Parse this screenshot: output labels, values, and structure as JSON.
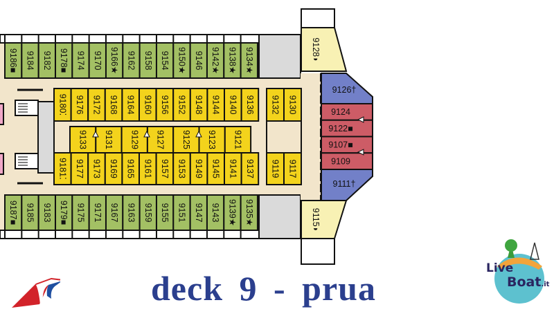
{
  "title": "deck 9 - prua",
  "logos": {
    "carnival": "Carnival funnel logo",
    "liveboat": "LiveBoat.it"
  },
  "colors": {
    "green": "#a3c064",
    "yellow": "#f3d31c",
    "pale_yellow": "#f8f1b4",
    "blue": "#7280c8",
    "red": "#cd5c66",
    "beige": "#f2e5cb",
    "gray": "#dadada",
    "title": "#2b3f8e"
  },
  "cabins": {
    "top_outer_row": [
      "9186■",
      "9184",
      "9182",
      "9178■",
      "9174",
      "9170",
      "9166★",
      "9162",
      "9158",
      "9154",
      "9150★",
      "9146",
      "9142★",
      "9138★",
      "9134★"
    ],
    "upper_inner_row": [
      "9180⁚",
      "9176",
      "9172",
      "9168",
      "9164",
      "9160",
      "9156",
      "9152",
      "9148",
      "9144",
      "9140",
      "9136"
    ],
    "upper_inner_pair": [
      "9132",
      "9130"
    ],
    "middle_row": [
      "9133",
      "9131",
      "9129",
      "9127",
      "9125",
      "9123",
      "9121"
    ],
    "lower_inner_row": [
      "9181⁚",
      "9177",
      "9173",
      "9169",
      "9165",
      "9161",
      "9157",
      "9153",
      "9149",
      "9145",
      "9141",
      "9137"
    ],
    "lower_inner_pair": [
      "9119",
      "9117"
    ],
    "bottom_outer_row": [
      "9187■",
      "9185",
      "9183",
      "9179■",
      "9175",
      "9171",
      "9167",
      "9163",
      "9159",
      "9155",
      "9151",
      "9147",
      "9143",
      "9139★",
      "9135★"
    ],
    "bow": {
      "top_suite": "9128◗",
      "top_blue": "9126†",
      "red": [
        "9124",
        "9122■",
        "9107■",
        "9109"
      ],
      "bottom_blue": "9111†",
      "bottom_suite": "9115◗"
    }
  }
}
